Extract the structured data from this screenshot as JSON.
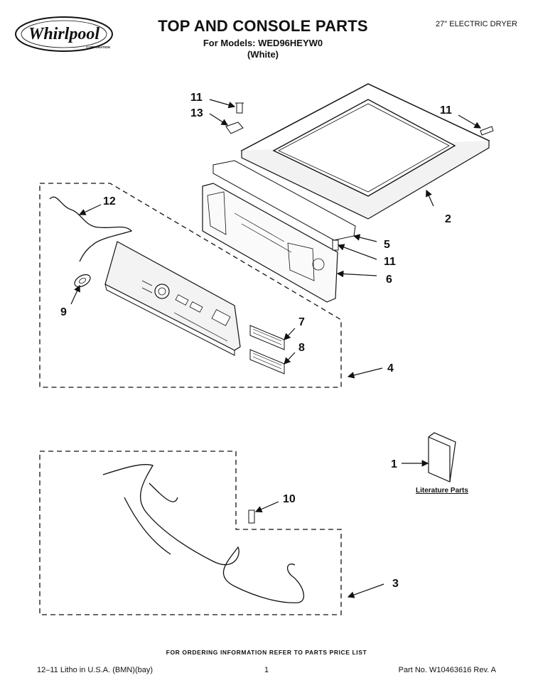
{
  "header": {
    "brand": "Whirlpool",
    "brand_sub": "CORPORATION",
    "title": "TOP AND CONSOLE PARTS",
    "models_line": "For Models: WED96HEYW0",
    "color_line": "(White)",
    "product": "27\" ELECTRIC DRYER"
  },
  "callouts": {
    "c1": "1",
    "c2": "2",
    "c3": "3",
    "c4": "4",
    "c5": "5",
    "c6": "6",
    "c7": "7",
    "c8": "8",
    "c9": "9",
    "c10": "10",
    "c11a": "11",
    "c11b": "11",
    "c11c": "11",
    "c12": "12",
    "c13": "13"
  },
  "literature_label": "Literature Parts",
  "footer": {
    "ordering": "FOR ORDERING INFORMATION REFER TO PARTS PRICE LIST",
    "litho": "12–11 Litho in U.S.A. (BMN)(bay)",
    "page": "1",
    "part_no": "Part No. W10463616 Rev. A"
  }
}
